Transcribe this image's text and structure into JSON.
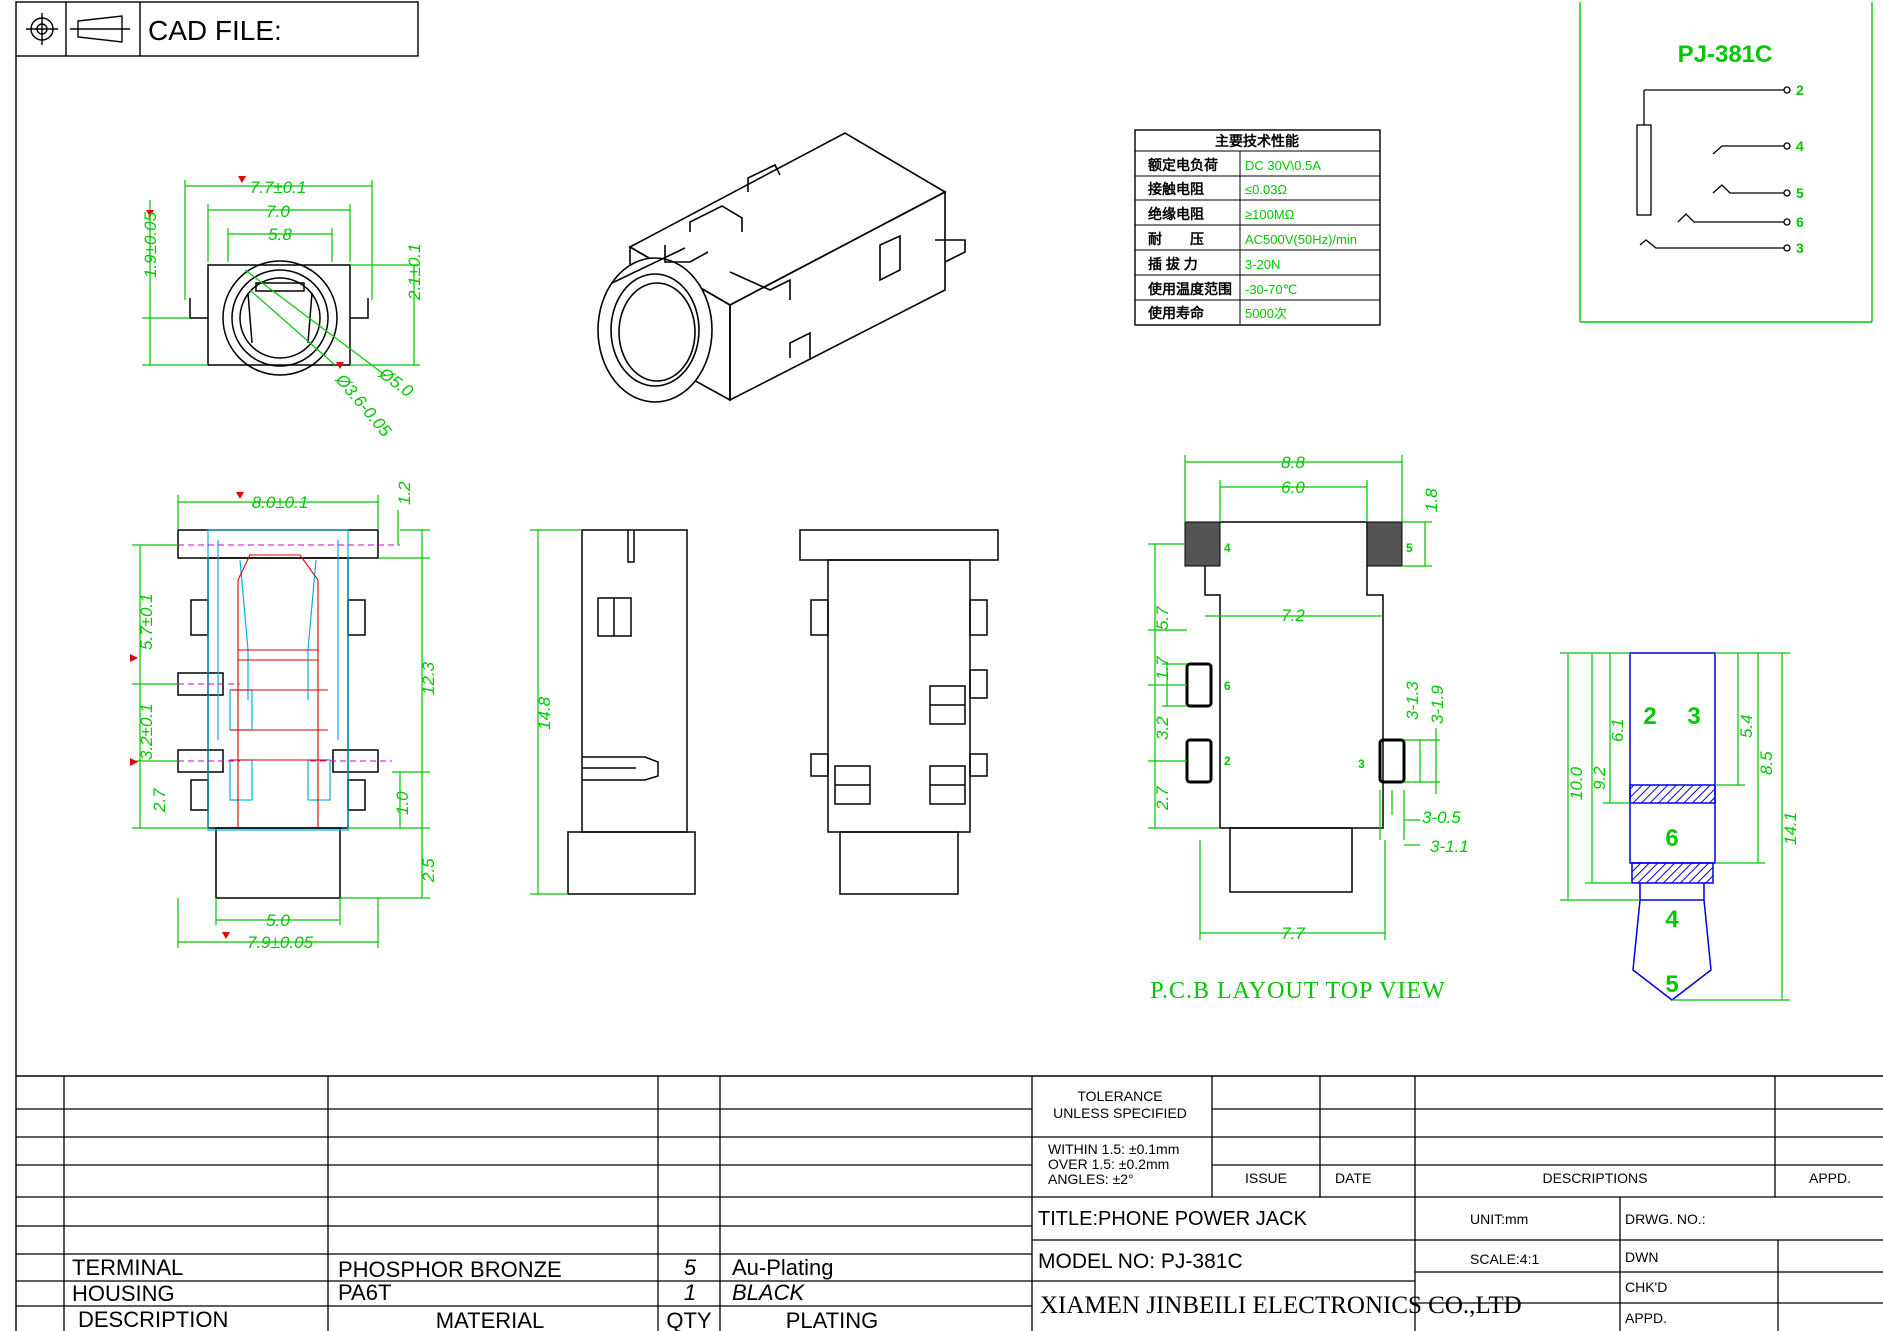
{
  "header": {
    "cad_file_label": "CAD FILE:"
  },
  "part_label": "PJ-381C",
  "schematic_pins": [
    "2",
    "4",
    "5",
    "6",
    "3"
  ],
  "spec_table": {
    "title": "主要技术性能",
    "rows": [
      {
        "label": "额定电负荷",
        "value": "DC 30V\\0.5A"
      },
      {
        "label": "接触电阻",
        "value": "≤0.03Ω"
      },
      {
        "label": "绝缘电阻",
        "value": "≥100MΩ"
      },
      {
        "label": "耐　　压",
        "value": "AC500V(50Hz)/min"
      },
      {
        "label": "插 拔 力",
        "value": "3-20N"
      },
      {
        "label": "使用温度范围",
        "value": "-30-70℃"
      },
      {
        "label": "使用寿命",
        "value": "5000次"
      }
    ]
  },
  "front_view": {
    "dims": [
      "7.7±0.1",
      "7.0",
      "5.8",
      "1.9±0.05",
      "2.1±0.1",
      "Ø5.0",
      "Ø3.6-0.05"
    ]
  },
  "top_view": {
    "dims": [
      "8.0±0.1",
      "1.2",
      "5.7±0.1",
      "3.2±0.1",
      "2.7",
      "12.3",
      "1.0",
      "2.5",
      "5.0",
      "7.9±0.05"
    ]
  },
  "side_view": {
    "dims": [
      "14.8"
    ]
  },
  "pcb_layout": {
    "dims": [
      "8.8",
      "6.0",
      "1.8",
      "5.7",
      "7.2",
      "1.7",
      "3.2",
      "2.7",
      "3-1.3",
      "3-1.9",
      "3-0.5",
      "3-1.1",
      "7.7"
    ],
    "pad_labels": [
      "4",
      "5",
      "6",
      "2",
      "3"
    ],
    "caption": "P.C.B LAYOUT TOP VIEW"
  },
  "plug": {
    "dims": [
      "10.0",
      "9.2",
      "6.1",
      "5.4",
      "8.5",
      "14.1"
    ],
    "labels": [
      "2",
      "3",
      "6",
      "4",
      "5"
    ]
  },
  "title_block": {
    "tolerance_title": [
      "TOLERANCE",
      "UNLESS SPECIFIED"
    ],
    "tolerance_lines": [
      "WITHIN 1.5: ±0.1mm",
      "OVER 1.5: ±0.2mm",
      "ANGLES: ±2°"
    ],
    "rev_headers": {
      "issue": "ISSUE",
      "date": "DATE",
      "descriptions": "DESCRIPTIONS",
      "appd": "APPD."
    },
    "title": "TITLE:PHONE POWER JACK",
    "model": "MODEL NO: PJ-381C",
    "unit": "UNIT:mm",
    "scale": "SCALE:4:1",
    "drwg_no": "DRWG. NO.:",
    "dwn": "DWN",
    "chkd": "CHK'D",
    "appd2": "APPD.",
    "company": "XIAMEN JINBEILI ELECTRONICS CO.,LTD",
    "bom": [
      {
        "description": "TERMINAL",
        "material": "PHOSPHOR BRONZE",
        "qty": "5",
        "plating": "Au-Plating"
      },
      {
        "description": "HOUSING",
        "material": "PA6T",
        "qty": "1",
        "plating": "BLACK"
      }
    ],
    "bom_headers": {
      "description": "DESCRIPTION",
      "material": "MATERIAL",
      "qty": "QTY",
      "plating": "PLATING"
    }
  },
  "colors": {
    "dimension": "#00c800",
    "outline": "#000000",
    "hidden": "#00b4dc",
    "section": "#e00000",
    "pin": "#d000d0",
    "plug_band": "#0000e0"
  }
}
